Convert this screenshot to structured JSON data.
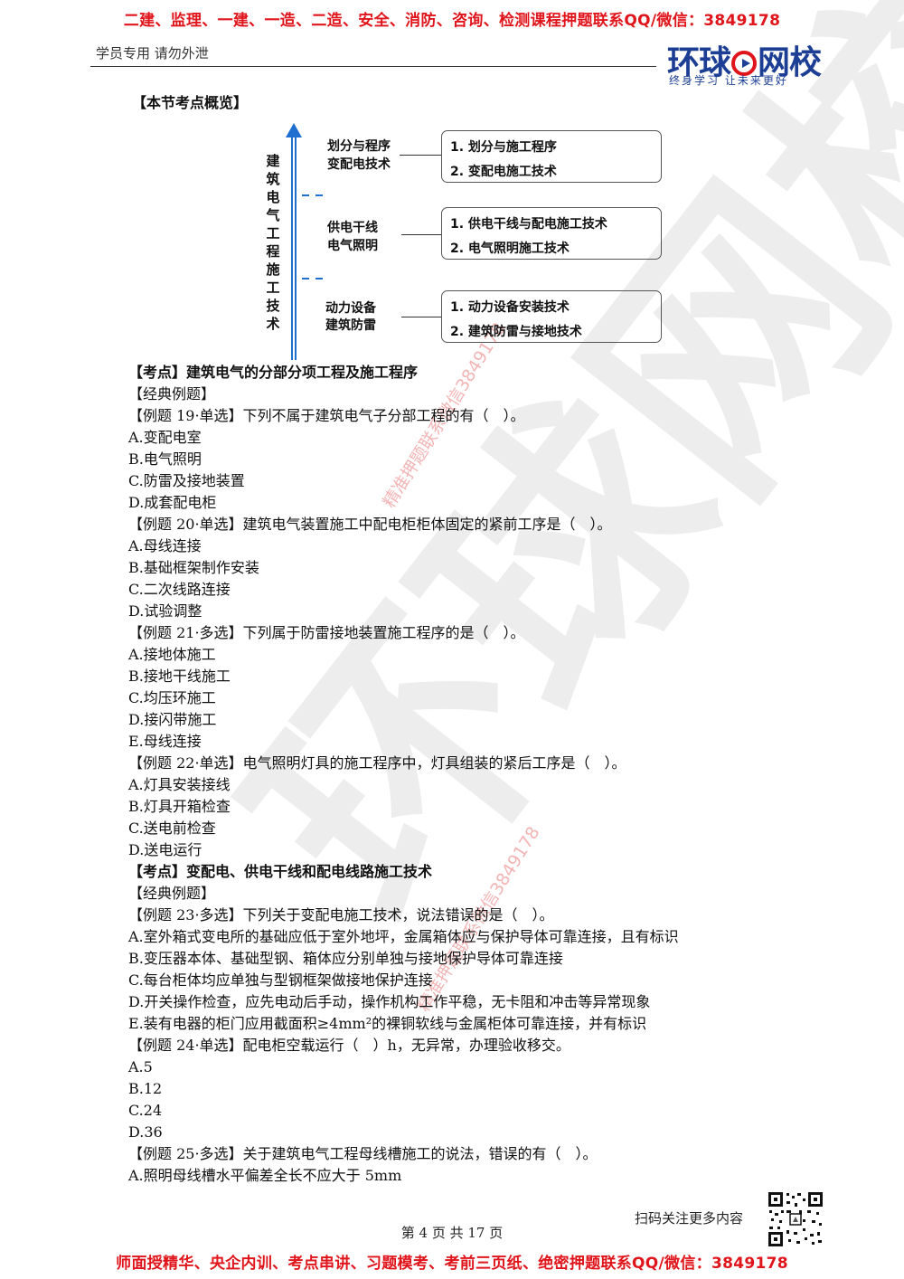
{
  "banner_top": "二建、监理、一建、一造、二造、安全、消防、咨询、检测课程押题联系QQ/微信：3849178",
  "banner_bottom": "师面授精华、央企内训、考点串讲、习题模考、考前三页纸、绝密押题联系QQ/微信：3849178",
  "header": {
    "left_text": "学员专用 请勿外泄",
    "logo_text_a": "环球",
    "logo_text_b": "网校",
    "logo_slogan": "终身学习 让未来更好"
  },
  "section_title": "【本节考点概览】",
  "diagram": {
    "vertical_title": "建筑电气工程施工技术",
    "groups": [
      {
        "label_1": "划分与程序",
        "label_2": "变配电技术",
        "items": [
          "1. 划分与施工程序",
          "2. 变配电施工技术"
        ]
      },
      {
        "label_1": "供电干线",
        "label_2": "电气照明",
        "items": [
          "1. 供电干线与配电施工技术",
          "2. 电气照明施工技术"
        ]
      },
      {
        "label_1": "动力设备",
        "label_2": "建筑防雷",
        "items": [
          "1. 动力设备安装技术",
          "2. 建筑防雷与接地技术"
        ]
      }
    ]
  },
  "lines": [
    "【考点】建筑电气的分部分项工程及施工程序",
    "【经典例题】",
    "【例题 19·单选】下列不属于建筑电气子分部工程的有（　）。",
    "A.变配电室",
    "B.电气照明",
    "C.防雷及接地装置",
    "D.成套配电柜",
    "【例题 20·单选】建筑电气装置施工中配电柜柜体固定的紧前工序是（　）。",
    "A.母线连接",
    "B.基础框架制作安装",
    "C.二次线路连接",
    "D.试验调整",
    "【例题 21·多选】下列属于防雷接地装置施工程序的是（　）。",
    "A.接地体施工",
    "B.接地干线施工",
    "C.均压环施工",
    "D.接闪带施工",
    "E.母线连接",
    "【例题 22·单选】电气照明灯具的施工程序中，灯具组装的紧后工序是（　）。",
    "A.灯具安装接线",
    "B.灯具开箱检查",
    "C.送电前检查",
    "D.送电运行",
    "【考点】变配电、供电干线和配电线路施工技术",
    "【经典例题】",
    "【例题 23·多选】下列关于变配电施工技术，说法错误的是（　）。",
    "A.室外箱式变电所的基础应低于室外地坪，金属箱体应与保护导体可靠连接，且有标识",
    "B.变压器本体、基础型钢、箱体应分别单独与接地保护导体可靠连接",
    "C.每台柜体均应单独与型钢框架做接地保护连接",
    "D.开关操作检查，应先电动后手动，操作机构工作平稳，无卡阻和冲击等异常现象",
    "E.装有电器的柜门应用截面积≥4mm²的裸铜软线与金属柜体可靠连接，并有标识",
    "【例题 24·单选】配电柜空载运行（　）h，无异常，办理验收移交。",
    "A.5",
    "B.12",
    "C.24",
    "D.36",
    "【例题 25·多选】关于建筑电气工程母线槽施工的说法，错误的有（　）。",
    "A.照明母线槽水平偏差全长不应大于 5mm"
  ],
  "watermark_big": "环球网校",
  "watermark_red": "精准押题联系微信3849178",
  "qr_caption": "扫码关注更多内容",
  "page_footer": "第 4 页 共 17 页"
}
